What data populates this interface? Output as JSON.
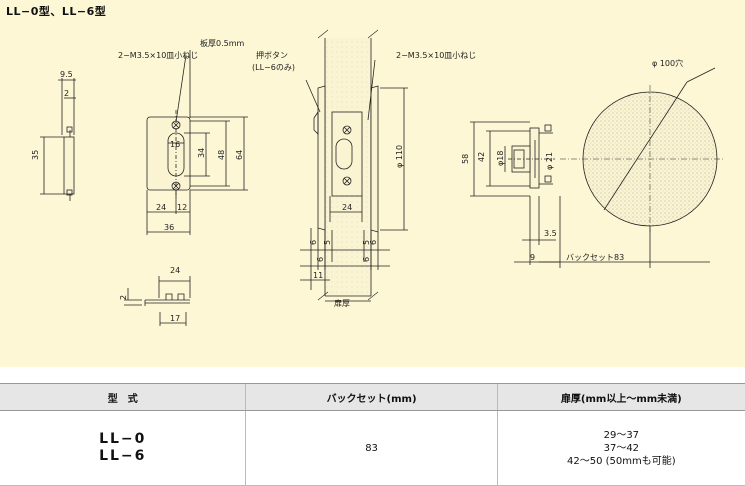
{
  "title": "LL−0型、LL−6型",
  "drawing": {
    "labels": {
      "screw_left": "2−M3.5×10皿小ねじ",
      "plate_thickness": "板厚0.5mm",
      "push_button_1": "押ボタン",
      "push_button_2": "(LL−6のみ)",
      "screw_right": "2−M3.5×10皿小ねじ",
      "hole": "φ 100穴",
      "door_thickness": "扉厚",
      "backset": "バックセット83"
    },
    "dims": {
      "d9_5": "9.5",
      "d2a": "2",
      "d35": "35",
      "d16": "16",
      "d34": "34",
      "d48": "48",
      "d64": "64",
      "d24a": "24",
      "d12": "12",
      "d36": "36",
      "d24b": "24",
      "d2b": "2",
      "d17": "17",
      "d110": "φ 110",
      "d24c": "24",
      "d6a": "6",
      "d6b": "6",
      "d5": "5",
      "d11": "11",
      "d6c": "6",
      "d6d": "6",
      "d5b": "5",
      "d58": "58",
      "d42": "42",
      "d18": "φ18",
      "d21": "φ 21",
      "d3_5": "3.5",
      "d9": "9"
    }
  },
  "table": {
    "headers": [
      "型　式",
      "バックセット(mm)",
      "扉厚(mm以上〜mm未満)"
    ],
    "models": [
      "LL−0",
      "LL−6"
    ],
    "backset": "83",
    "thickness": [
      "29〜37",
      "37〜42",
      "42〜50 (50mmも可能)"
    ]
  }
}
